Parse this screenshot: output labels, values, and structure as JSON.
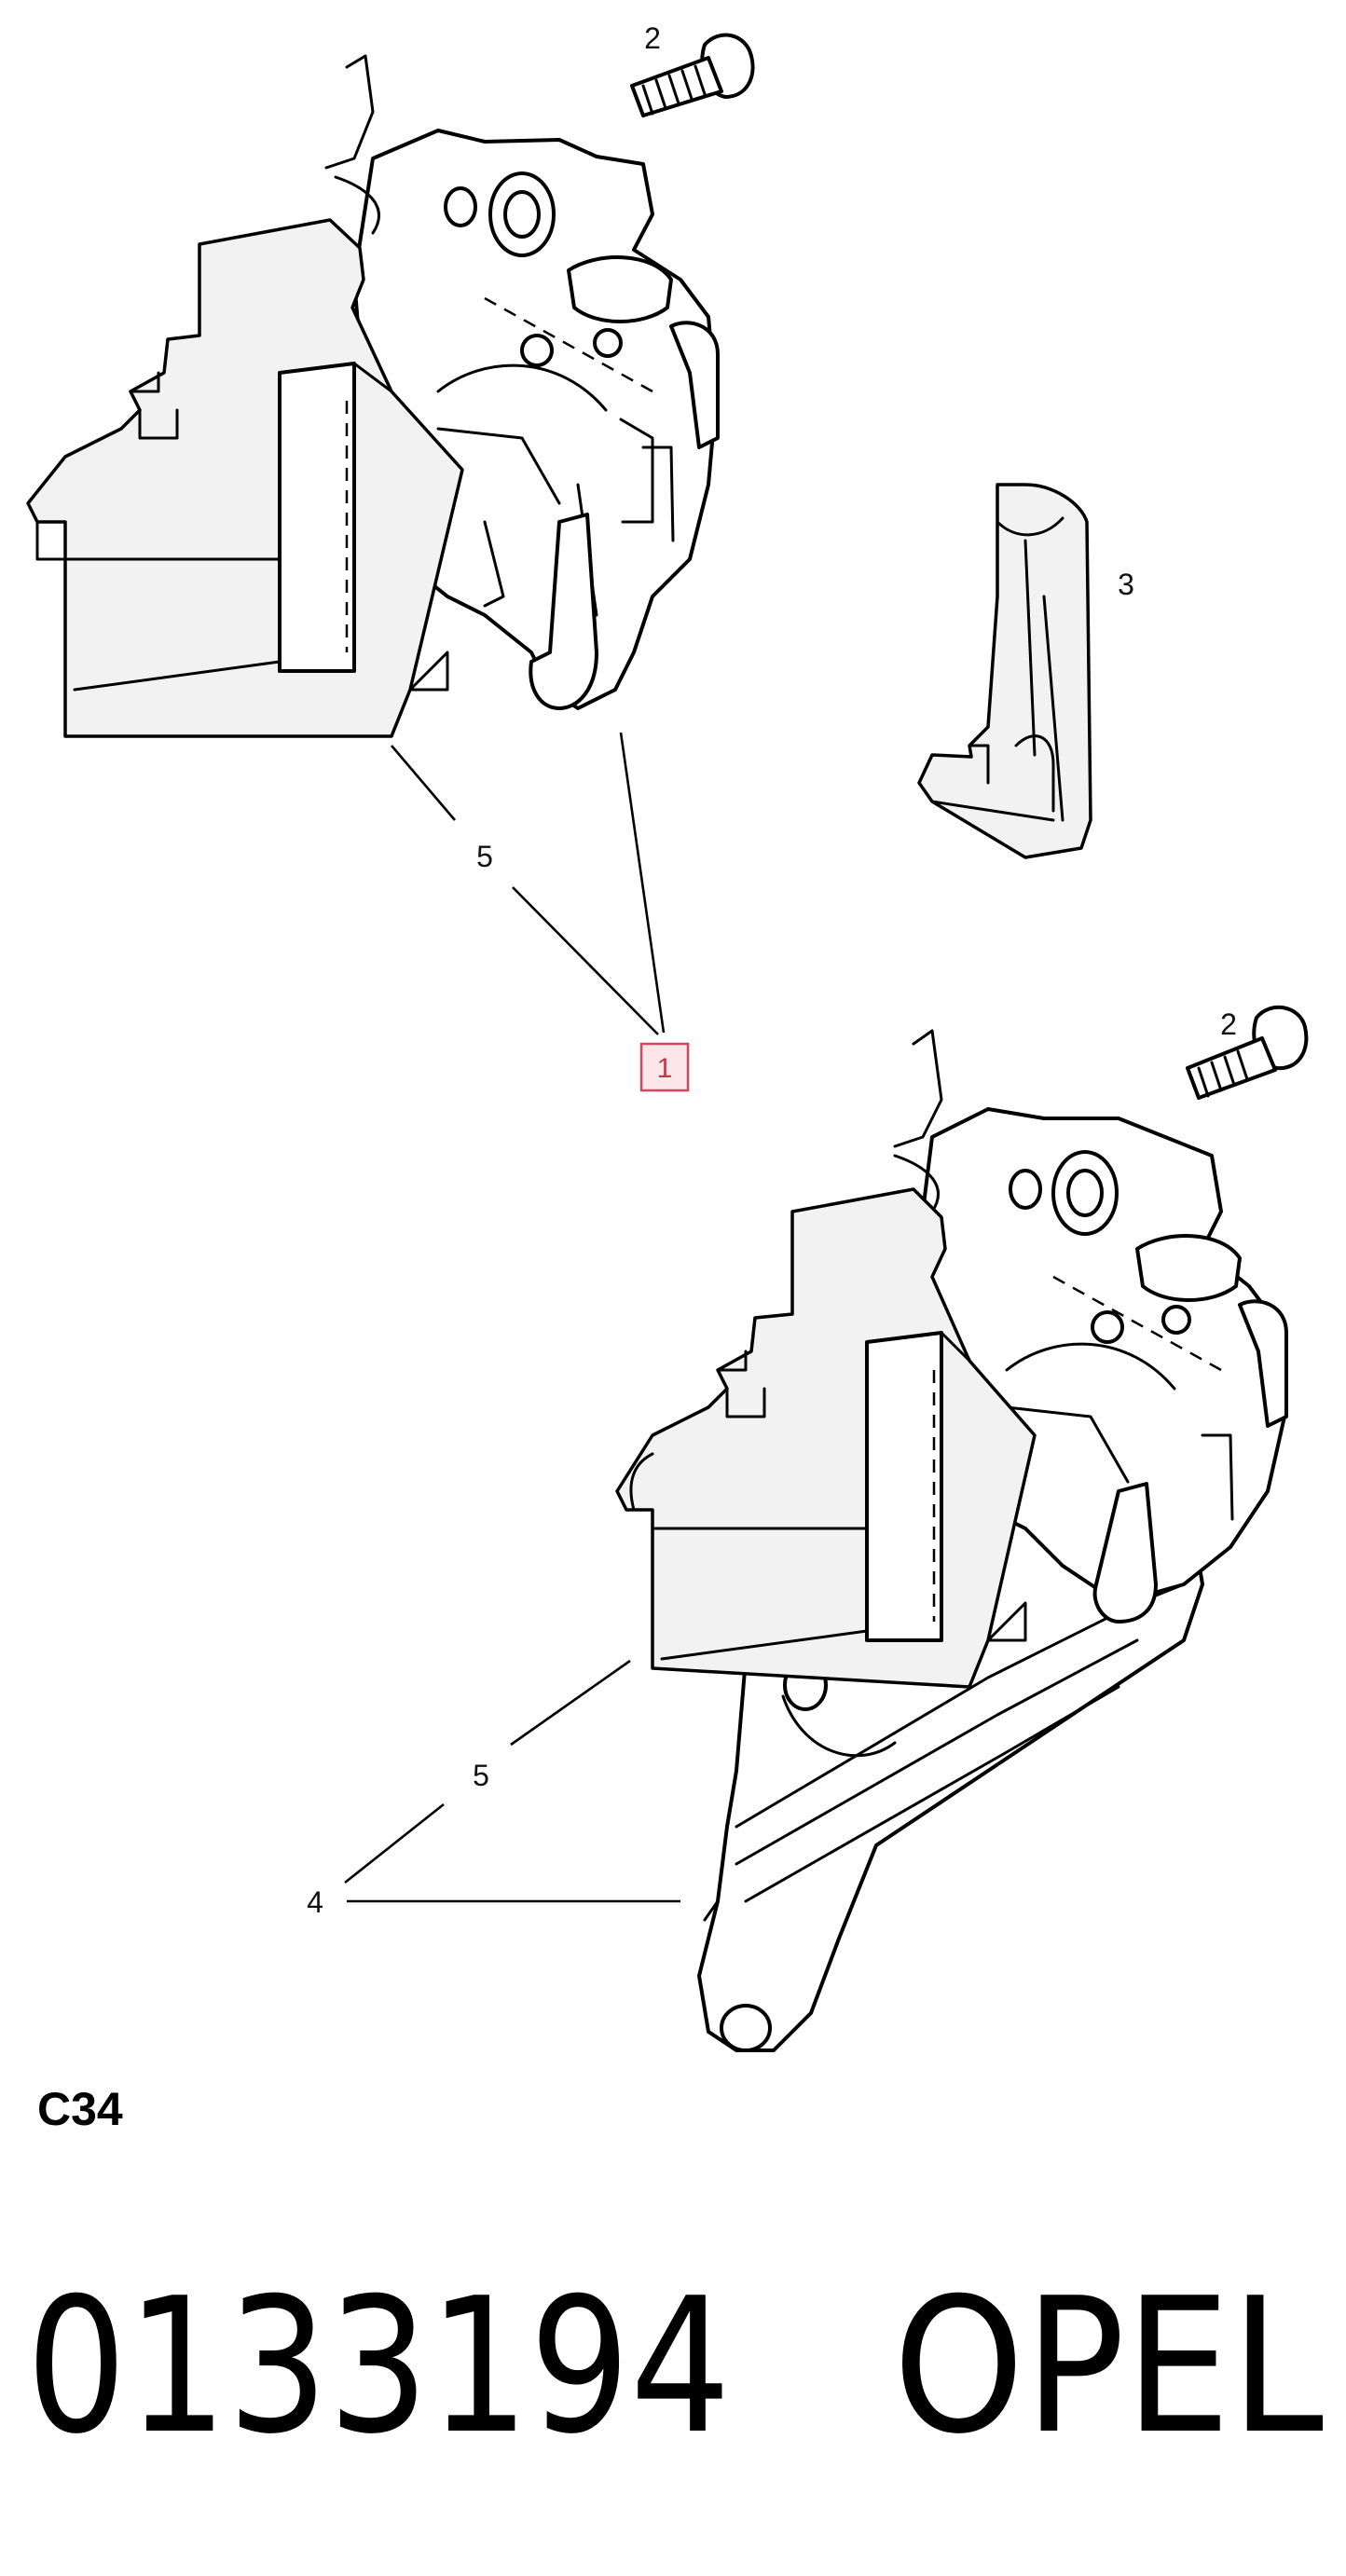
{
  "callouts": {
    "top_screw": "2",
    "bracket_cover": "3",
    "top_lock_leader": "5",
    "highlighted_part": "1",
    "bottom_screw": "2",
    "bottom_lock_leader": "5",
    "bottom_bracket": "4"
  },
  "diagram_code": "C34",
  "part_number": "0133194",
  "brand": "OPEL",
  "colors": {
    "line": "#000000",
    "highlight_border": "#d9455f",
    "highlight_fill": "#fde6ea"
  },
  "icons": [
    "screw-icon",
    "lock-assembly-icon",
    "bracket-cover-icon",
    "mounting-bracket-icon"
  ]
}
